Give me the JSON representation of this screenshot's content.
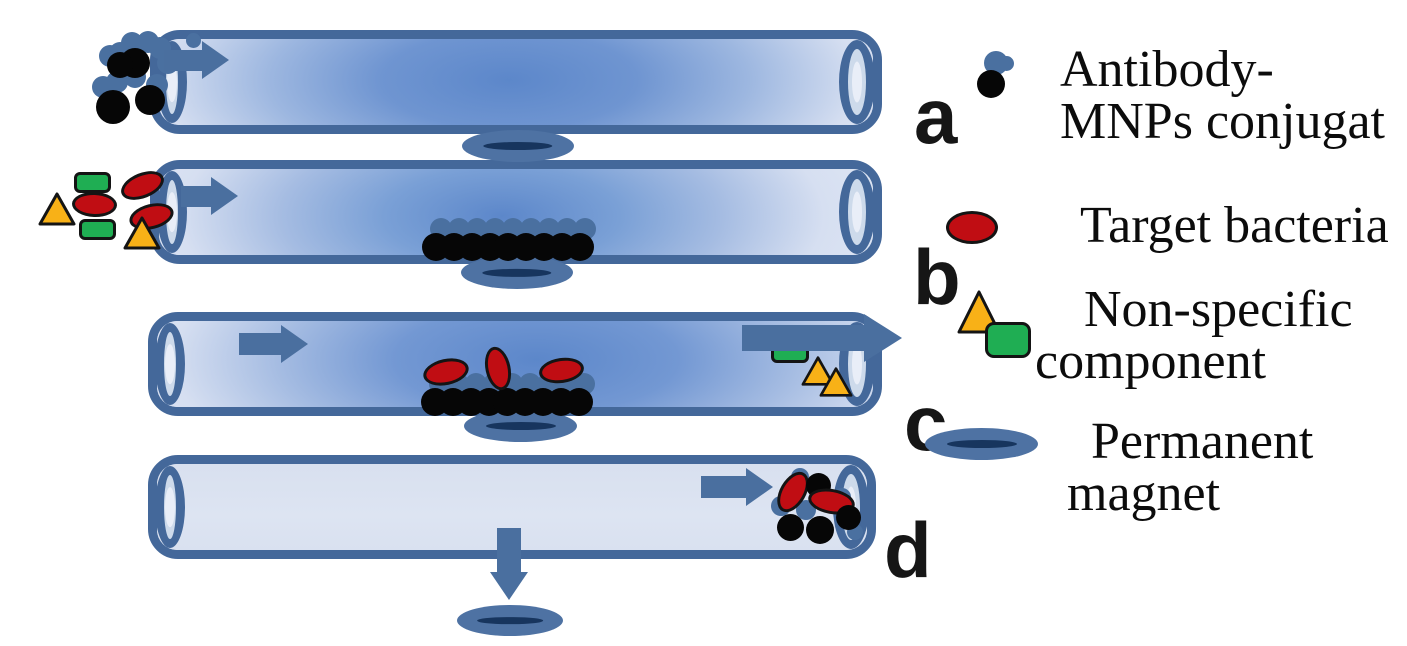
{
  "diagram": {
    "kind": "magnetic-separation-process-figure",
    "panel_labels": {
      "a": "a",
      "b": "b",
      "c": "c",
      "d": "d"
    },
    "legend": {
      "antibody": {
        "icon": "antibody-mnp-conjugate-icon",
        "line1": "Antibody-",
        "line2": "MNPs conjugat"
      },
      "bacteria": {
        "icon": "target-bacteria-icon",
        "line1": "Target bacteria"
      },
      "nonspecific": {
        "icon": "non-specific-component-icon",
        "line1": "Non-specific",
        "line2": "component"
      },
      "magnet": {
        "icon": "permanent-magnet-icon",
        "line1": "Permanent",
        "line2": "magnet"
      }
    },
    "process": {
      "mnp_row_count": 9
    },
    "colors": {
      "tube_border": "#44689a",
      "tube_core_blue": "#5c87ca",
      "tube_pale": "#dde5f3",
      "magnet_fill": "#4e72a3",
      "magnet_lens": "#17355e",
      "bacteria_fill": "#c00d13",
      "triangle_fill": "#f8b117",
      "square_fill": "#1fae53",
      "mnp_fill": "#060606",
      "antibody_blob": "#4a70a0",
      "arrow_fill": "#4a6f9f",
      "text": "#0c0c0c"
    }
  }
}
